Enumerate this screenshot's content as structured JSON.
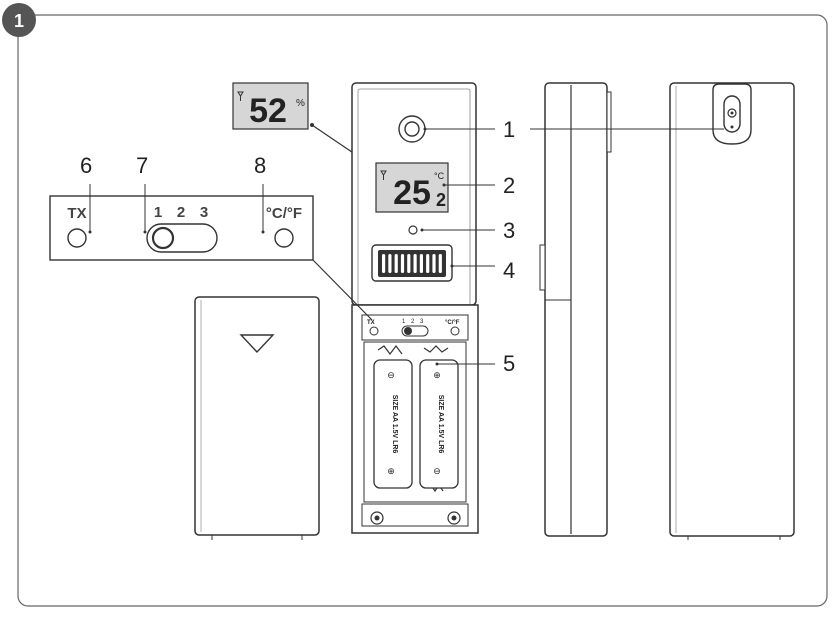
{
  "step_badge": "1",
  "callouts": [
    "1",
    "2",
    "3",
    "4",
    "5",
    "6",
    "7",
    "8"
  ],
  "hygro_display": {
    "value": "52",
    "unit": "%"
  },
  "thermo_display": {
    "value_main": "25",
    "value_decimal": "2",
    "unit": "°C"
  },
  "switch_panel": {
    "tx_label": "TX",
    "channels": [
      "1",
      "2",
      "3"
    ],
    "unit_label": "°C/°F"
  },
  "battery_label": "SIZE AA 1.5V LR6",
  "colors": {
    "outline": "#333333",
    "lcd_fill": "#d6d6d6",
    "badge_fill": "#555555",
    "frame": "#666666"
  }
}
